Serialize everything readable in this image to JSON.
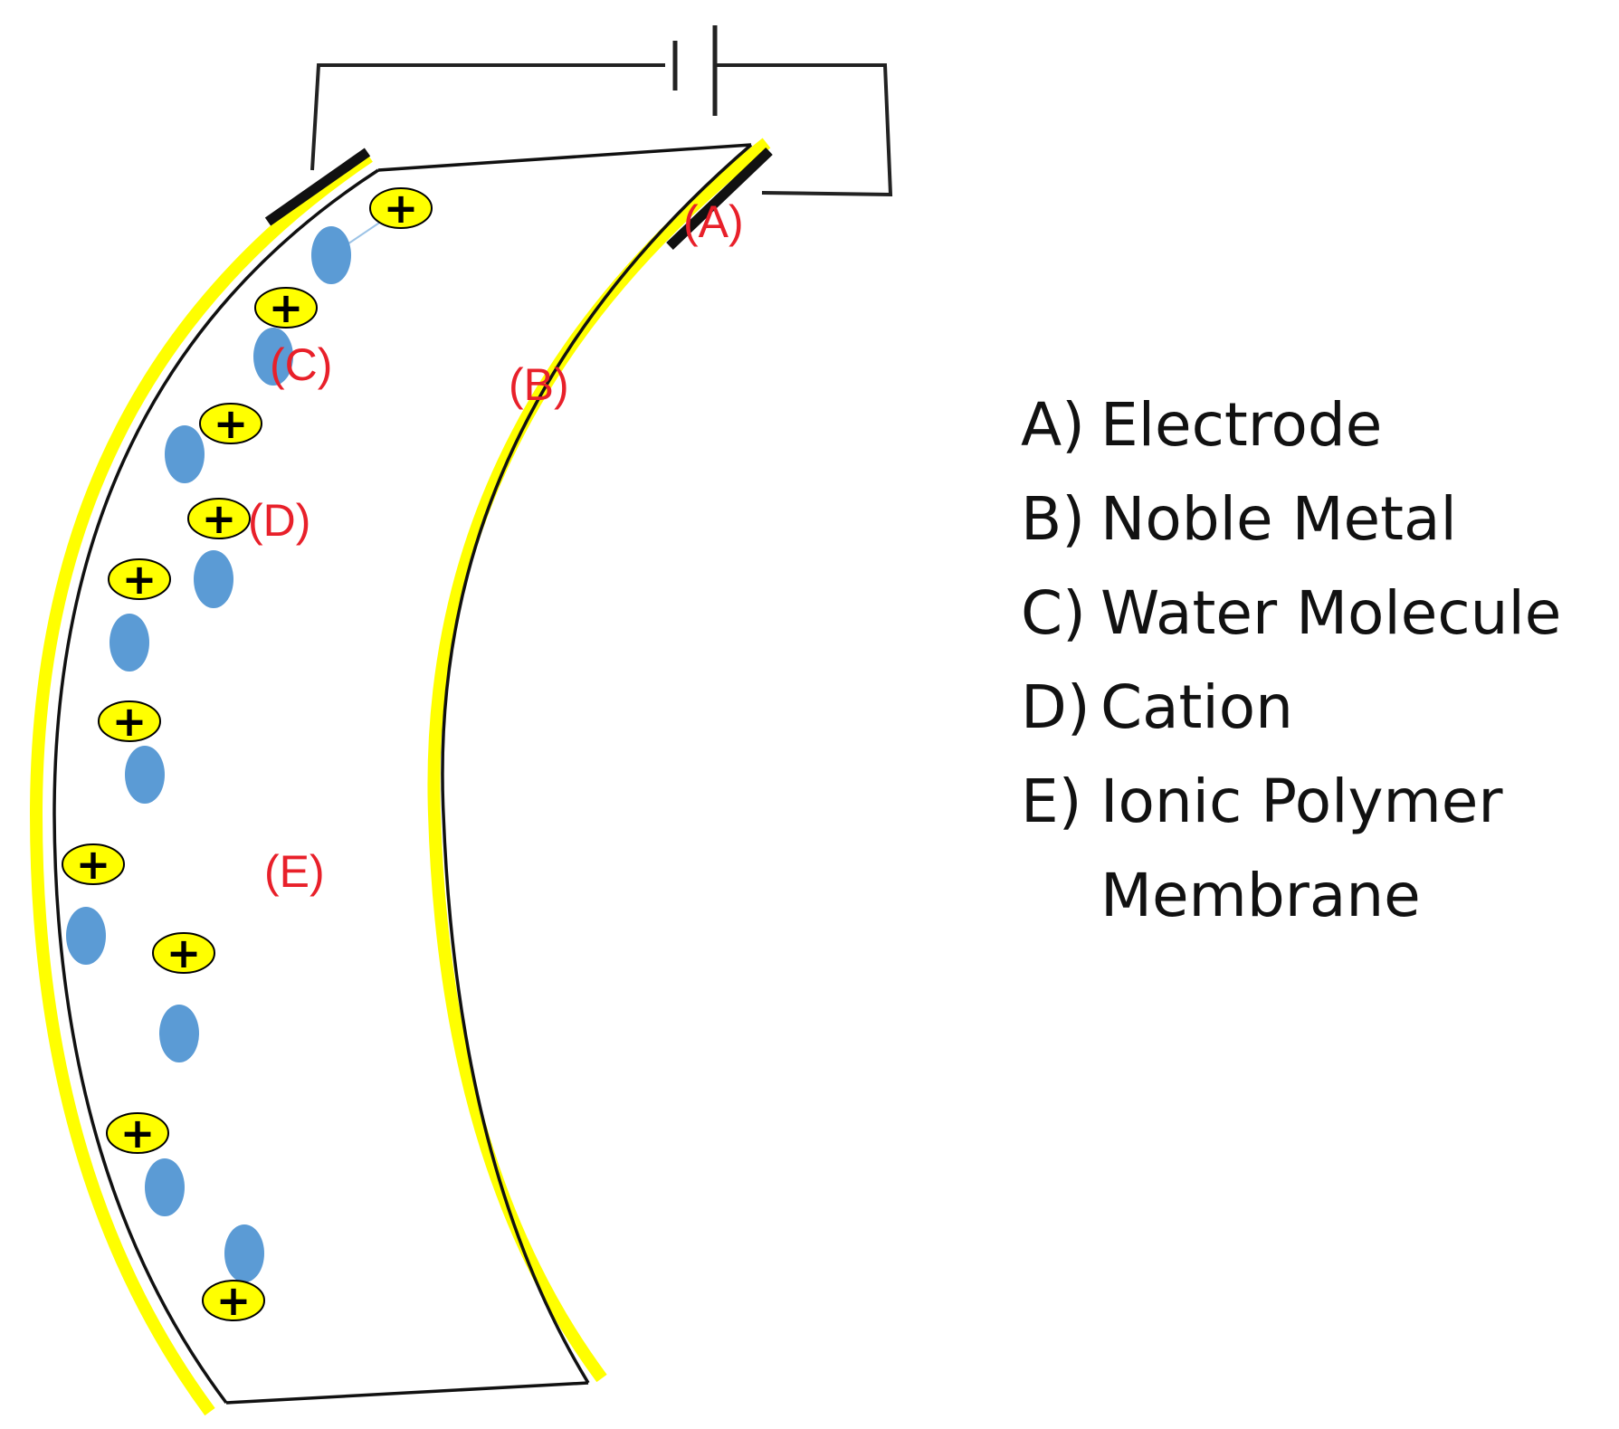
{
  "colors": {
    "noble_metal": "#ffff00",
    "outline": "#000000",
    "water": "#5b9bd5",
    "cation_fill": "#ffff00",
    "label_red": "#e8202a"
  },
  "diagram_labels": {
    "a": "(A)",
    "b": "(B)",
    "c": "(C)",
    "d": "(D)",
    "e": "(E)"
  },
  "cation_symbol": "+",
  "legend": {
    "items": [
      {
        "key": "A)",
        "text": "Electrode"
      },
      {
        "key": "B)",
        "text": "Noble Metal"
      },
      {
        "key": "C)",
        "text": "Water Molecule"
      },
      {
        "key": "D)",
        "text": "Cation"
      },
      {
        "key": "E)",
        "text": "Ionic Polymer Membrane"
      }
    ]
  }
}
